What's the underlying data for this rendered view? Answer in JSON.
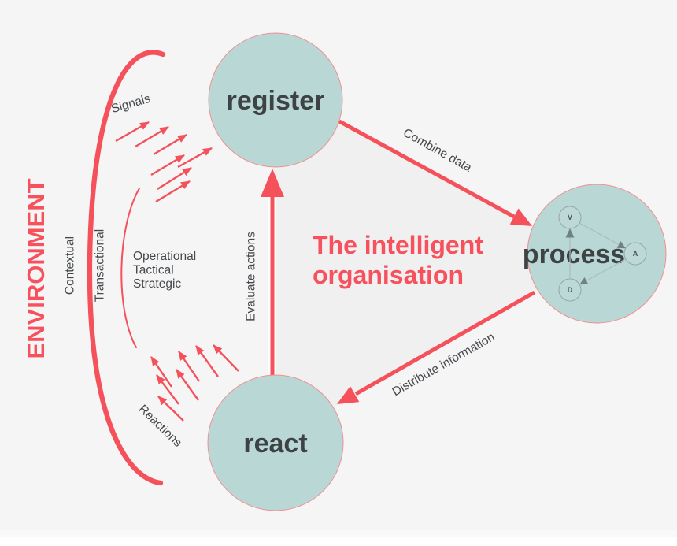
{
  "title": {
    "line1": "The intelligent",
    "line2": "organisation"
  },
  "environment": {
    "label": "ENVIRONMENT",
    "contextual_label": "Contextual",
    "transactional_label": "Transactional",
    "signals_label": "Signals",
    "reactions_label": "Reactions"
  },
  "organisation_layers": {
    "line1": "Operational",
    "line2": "Tactical",
    "line3": "Strategic"
  },
  "nodes": {
    "register": "register",
    "process": "process",
    "react": "react"
  },
  "process_cycle": {
    "v": "V",
    "a": "A",
    "d": "D"
  },
  "flows": {
    "combine_data": "Combine data",
    "distribute_information": "Distribute information",
    "evaluate_actions": "Evaluate actions"
  },
  "colors": {
    "accent_red": "#f5515b",
    "node_teal": "#b9d7d5",
    "text_dark": "#3e4245",
    "label_gray": "#45494c",
    "background": "#f5f5f6",
    "inner_triangle": "#f0f0f1"
  }
}
